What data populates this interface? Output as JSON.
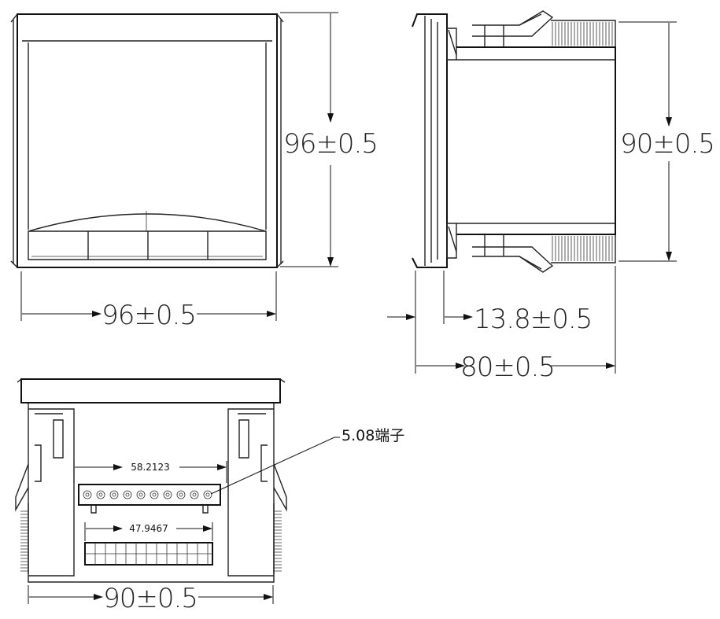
{
  "front_view": {
    "width_dim": "96±0.5",
    "height_dim": "96±0.5"
  },
  "side_view": {
    "height_dim": "90±0.5",
    "bezel_dim": "13.8±0.5",
    "depth_dim": "80±0.5"
  },
  "rear_view": {
    "width_dim": "90±0.5",
    "terminal_upper_pitch": "58.2123",
    "terminal_lower_pitch": "47.9467",
    "terminal_note": "5.08端子"
  }
}
